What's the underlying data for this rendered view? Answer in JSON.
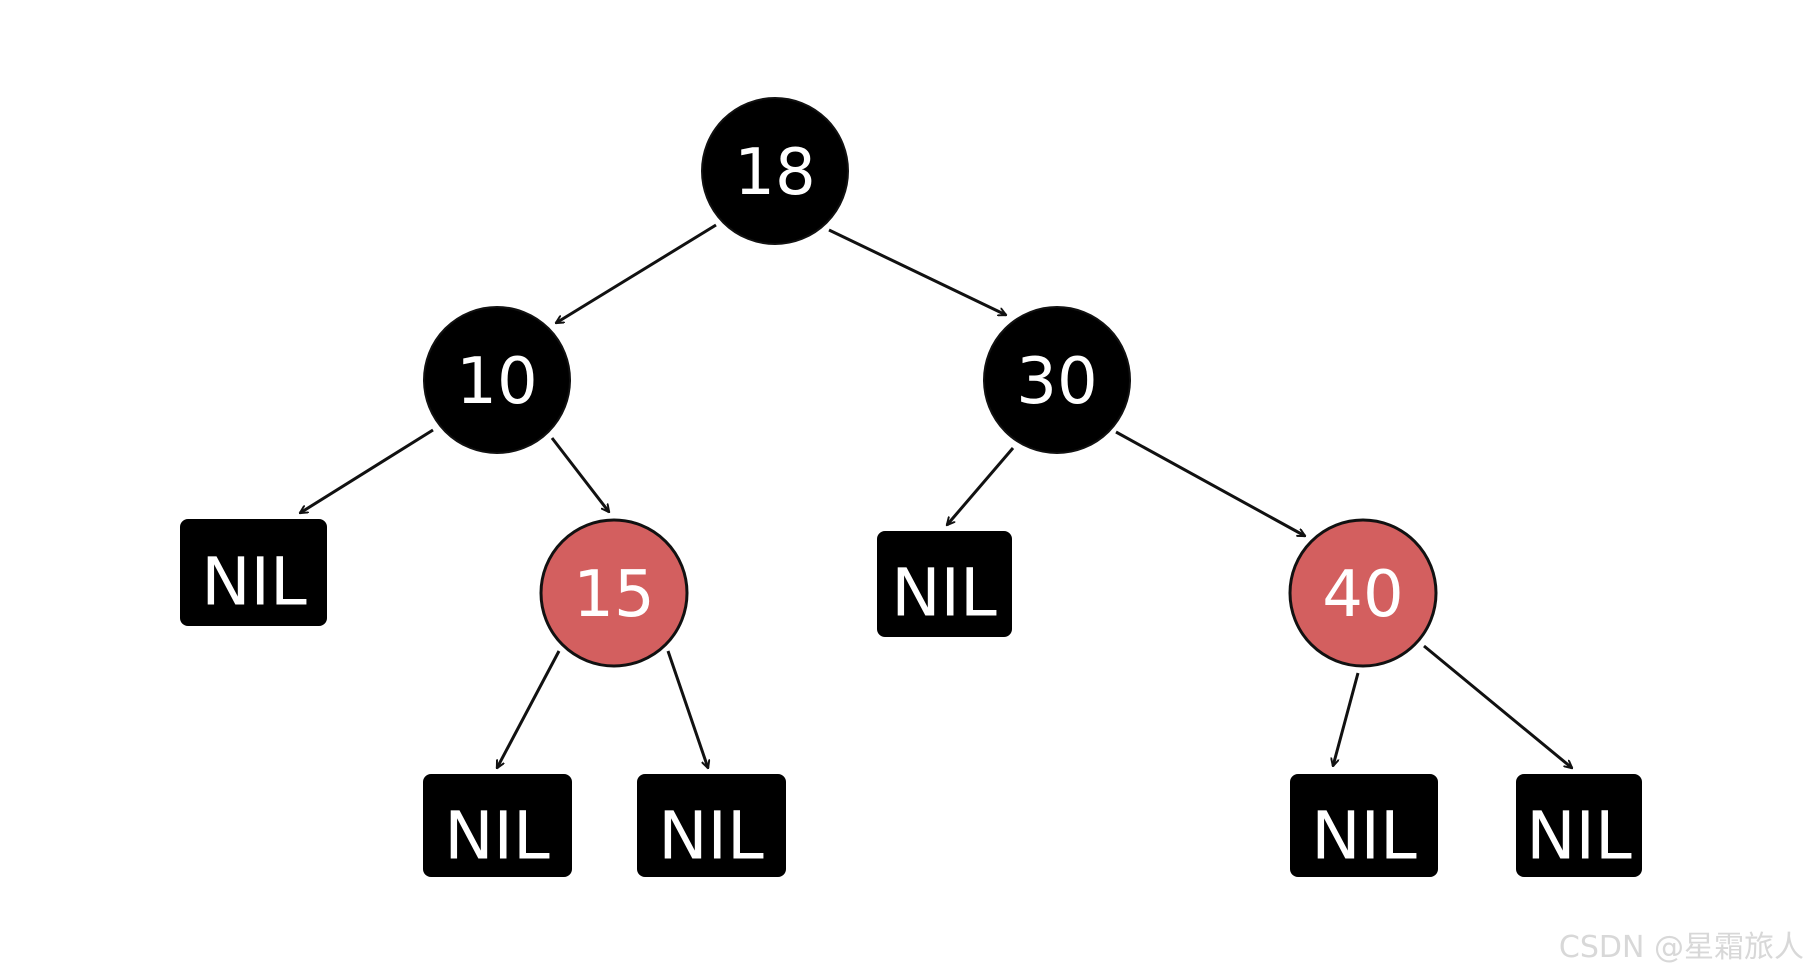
{
  "diagram": {
    "colors": {
      "black_node": "#000000",
      "red_node": "#d35f5f",
      "node_stroke": "#111111",
      "node_text": "#ffffff",
      "edge": "#111111"
    },
    "nodes": [
      {
        "id": "n18",
        "label": "18",
        "color": "black"
      },
      {
        "id": "n10",
        "label": "10",
        "color": "black"
      },
      {
        "id": "n30",
        "label": "30",
        "color": "black"
      },
      {
        "id": "n15",
        "label": "15",
        "color": "red"
      },
      {
        "id": "n40",
        "label": "40",
        "color": "red"
      }
    ],
    "nil_nodes": [
      {
        "id": "nil-10-left",
        "label": "NIL"
      },
      {
        "id": "nil-15-left",
        "label": "NIL"
      },
      {
        "id": "nil-15-right",
        "label": "NIL"
      },
      {
        "id": "nil-30-left",
        "label": "NIL"
      },
      {
        "id": "nil-40-left",
        "label": "NIL"
      },
      {
        "id": "nil-40-right",
        "label": "NIL"
      }
    ],
    "edges": [
      {
        "from": "n18",
        "to": "n10"
      },
      {
        "from": "n18",
        "to": "n30"
      },
      {
        "from": "n10",
        "to": "nil-10-left"
      },
      {
        "from": "n10",
        "to": "n15"
      },
      {
        "from": "n15",
        "to": "nil-15-left"
      },
      {
        "from": "n15",
        "to": "nil-15-right"
      },
      {
        "from": "n30",
        "to": "nil-30-left"
      },
      {
        "from": "n30",
        "to": "n40"
      },
      {
        "from": "n40",
        "to": "nil-40-left"
      },
      {
        "from": "n40",
        "to": "nil-40-right"
      }
    ]
  },
  "watermark": {
    "text": "CSDN @星霜旅人"
  }
}
